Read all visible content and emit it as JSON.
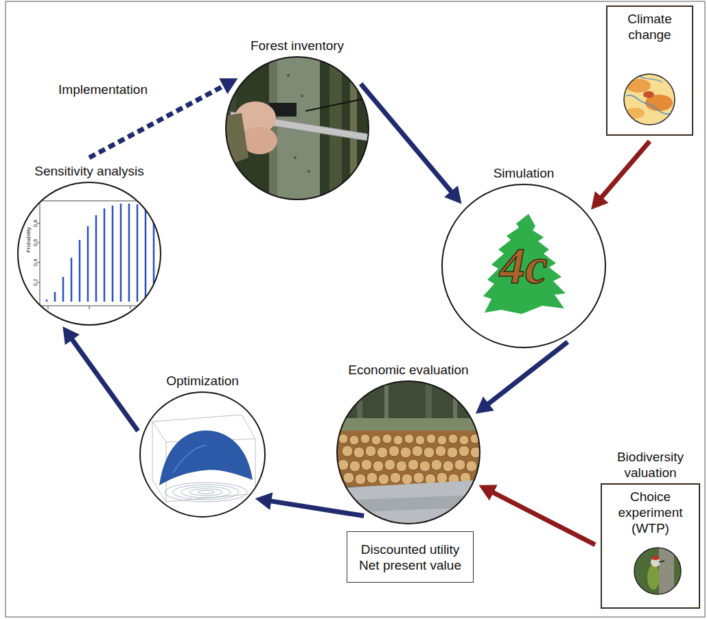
{
  "diagram": {
    "nodes": [
      {
        "text": [
          "Forest inventory"
        ]
      },
      {
        "text": [
          "Climate change"
        ]
      },
      {
        "text": [
          "Simulation",
          "4c"
        ]
      },
      {
        "text": [
          "Economic evaluation"
        ]
      },
      {
        "text": [
          "Discounted utility Net present value"
        ]
      },
      {
        "text": [
          "Biodiversity valuation",
          "Choice experiment (WTP)"
        ]
      },
      {
        "text": [
          "Optimization"
        ]
      },
      {
        "text": [
          "Sensitivity analysis"
        ]
      }
    ],
    "edges": [
      {
        "from": 0,
        "to": 2,
        "arrow": "to"
      },
      {
        "from": 1,
        "to": 2,
        "arrow": "to"
      },
      {
        "from": 2,
        "to": 3,
        "arrow": "to"
      },
      {
        "from": 5,
        "to": 3,
        "arrow": "to"
      },
      {
        "from": 3,
        "to": 6,
        "arrow": "to"
      },
      {
        "from": 6,
        "to": 7,
        "arrow": "to"
      },
      {
        "from": 7,
        "to": 0,
        "label": "Implementation",
        "arrow": "to"
      }
    ],
    "labels": [
      "Probability",
      "0.2",
      "0.4",
      "0.6",
      "0.8"
    ]
  }
}
